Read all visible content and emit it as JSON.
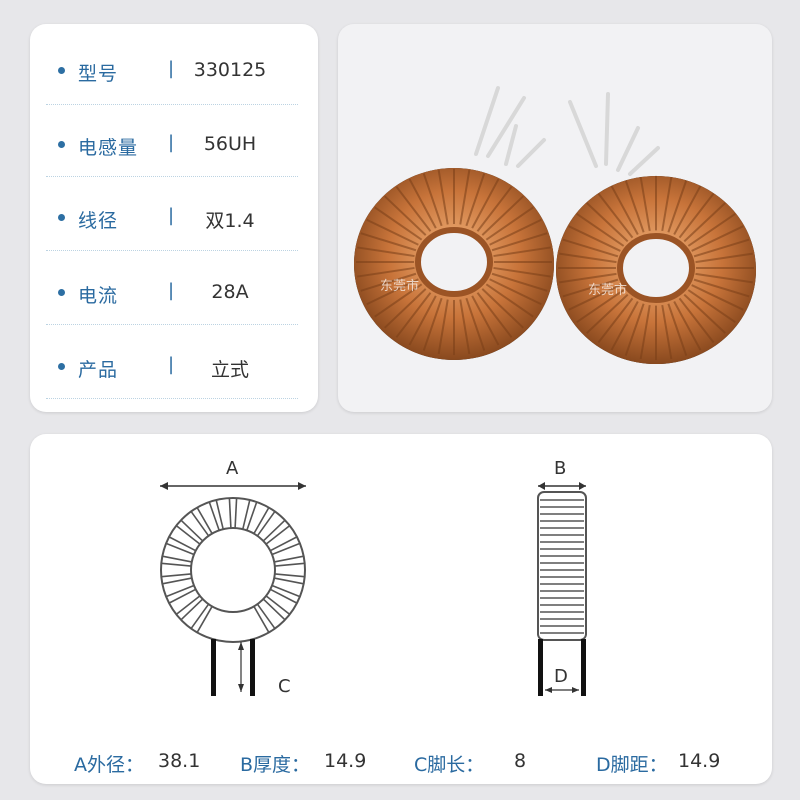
{
  "specs": [
    {
      "label": "型号",
      "sep": "|",
      "value": "330125"
    },
    {
      "label": "电感量",
      "sep": "|",
      "value": "56UH"
    },
    {
      "label": "线径",
      "sep": "|",
      "value": "双1.4"
    },
    {
      "label": "电流",
      "sep": "|",
      "value": "28A"
    },
    {
      "label": "产品",
      "sep": "|",
      "value": "立式"
    }
  ],
  "photo": {
    "watermark": "东莞市"
  },
  "diagram": {
    "label_a": "A",
    "label_b": "B",
    "label_c": "C",
    "label_d": "D"
  },
  "dimensions": [
    {
      "label": "A外径：",
      "value": "38.1"
    },
    {
      "label": "B厚度：",
      "value": "14.9"
    },
    {
      "label": "C脚长：",
      "value": "8"
    },
    {
      "label": "D脚距：",
      "value": "14.9"
    }
  ],
  "colors": {
    "accent": "#2a6aa0",
    "copper": "#c8743a",
    "core": "#2b2b2b"
  }
}
